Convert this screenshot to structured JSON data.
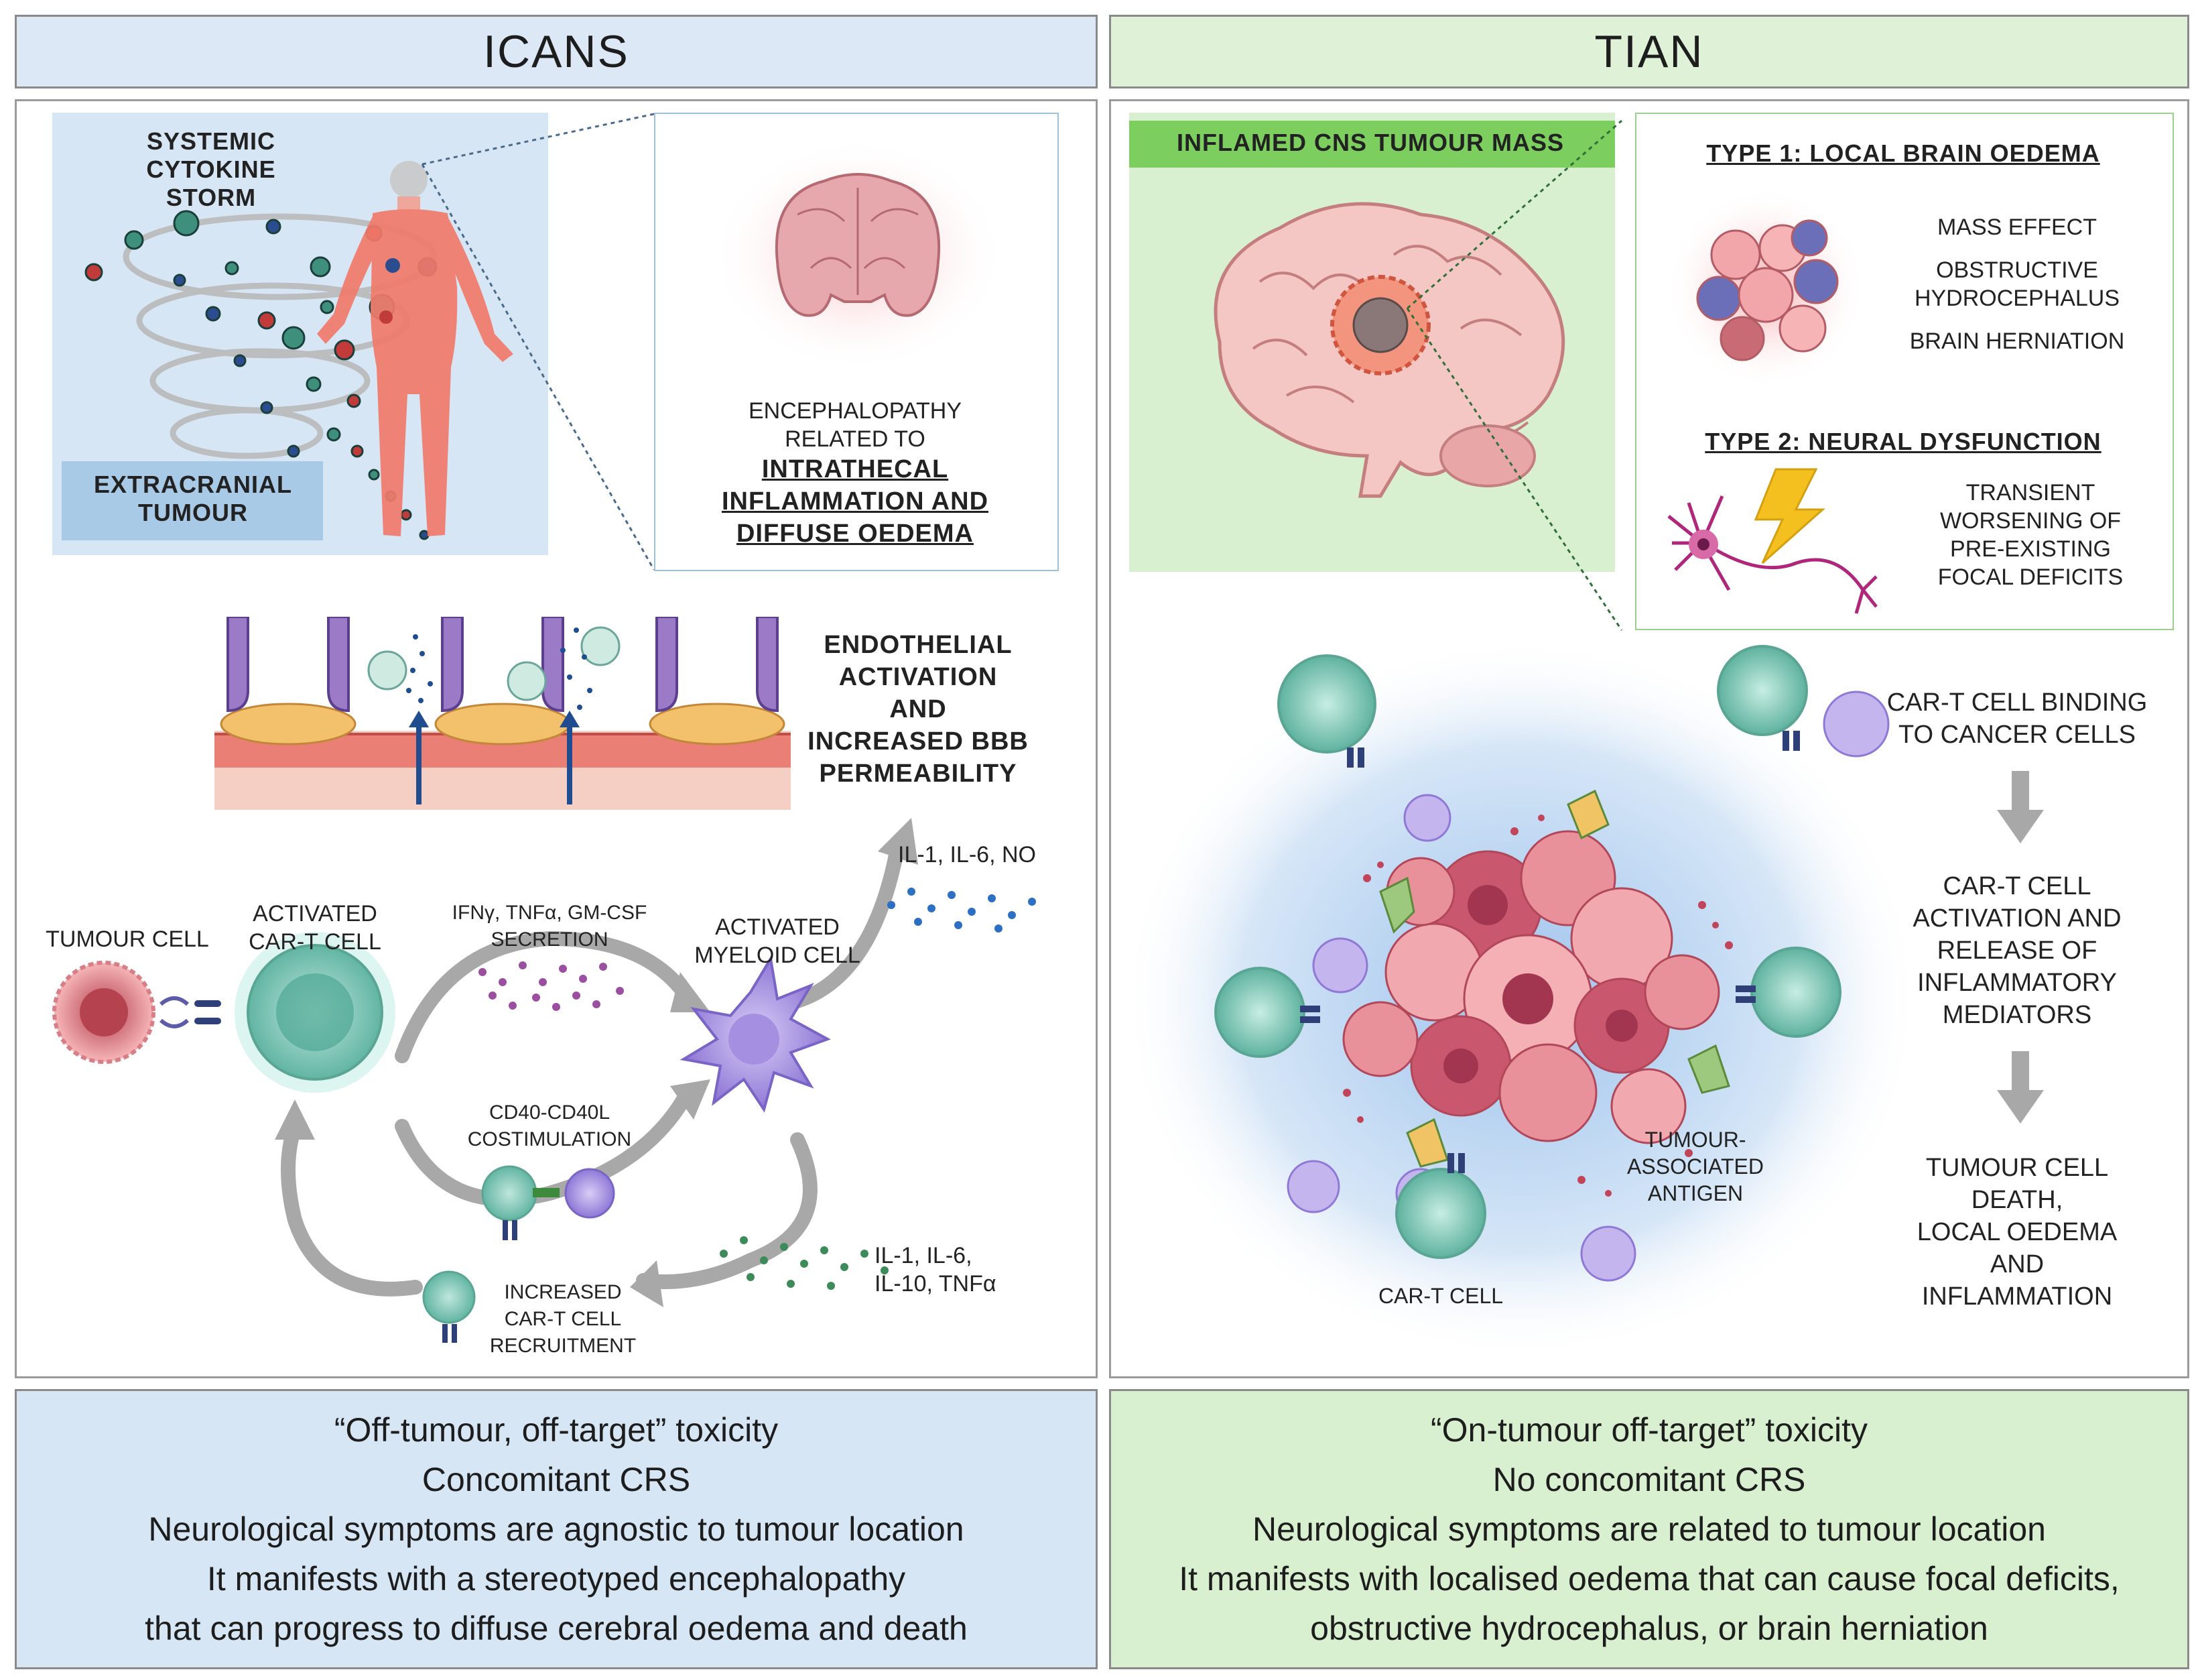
{
  "icans": {
    "header": "ICANS",
    "systemic": "SYSTEMIC CYTOKINE STORM",
    "extracranial": "EXTRACRANIAL TUMOUR",
    "encephalopathy_1": "ENCEPHALOPATHY",
    "encephalopathy_2": "RELATED TO",
    "encephalopathy_3": "INTRATHECAL",
    "encephalopathy_4": "INFLAMMATION AND",
    "encephalopathy_5": "DIFFUSE OEDEMA",
    "endothelial_1": "ENDOTHELIAL",
    "endothelial_2": "ACTIVATION",
    "endothelial_3": "AND",
    "endothelial_4": "INCREASED BBB",
    "endothelial_5": "PERMEABILITY",
    "il_top": "IL-1, IL-6, NO",
    "tumour_cell": "TUMOUR CELL",
    "activated_cart_1": "ACTIVATED",
    "activated_cart_2": "CAR-T CELL",
    "secretion_1": "IFNγ, TNFα, GM-CSF",
    "secretion_2": "SECRETION",
    "myeloid_1": "ACTIVATED",
    "myeloid_2": "MYELOID CELL",
    "cd40_1": "CD40-CD40L",
    "cd40_2": "COSTIMULATION",
    "il_bottom_1": "IL-1, IL-6,",
    "il_bottom_2": "IL-10, TNFα",
    "recruit_1": "INCREASED",
    "recruit_2": "CAR-T CELL",
    "recruit_3": "RECRUITMENT",
    "footer": [
      "“Off-tumour, off-target” toxicity",
      "Concomitant CRS",
      "Neurological symptoms are agnostic to tumour location",
      "It manifests with a stereotyped encephalopathy",
      "that can progress to diffuse cerebral oedema and death"
    ]
  },
  "tian": {
    "header": "TIAN",
    "inflamed": "INFLAMED CNS TUMOUR MASS",
    "type1": "TYPE 1: LOCAL BRAIN OEDEMA",
    "mass_effect": "MASS EFFECT",
    "obstructive_1": "OBSTRUCTIVE",
    "obstructive_2": "HYDROCEPHALUS",
    "herniation": "BRAIN HERNIATION",
    "type2": "TYPE 2: NEURAL DYSFUNCTION",
    "transient_1": "TRANSIENT",
    "transient_2": "WORSENING OF",
    "transient_3": "PRE-EXISTING",
    "transient_4": "FOCAL DEFICITS",
    "binding_1": "CAR-T CELL BINDING",
    "binding_2": "TO CANCER CELLS",
    "activation_1": "CAR-T CELL",
    "activation_2": "ACTIVATION AND",
    "activation_3": "RELEASE OF",
    "activation_4": "INFLAMMATORY",
    "activation_5": "MEDIATORS",
    "death_1": "TUMOUR  CELL",
    "death_2": "DEATH,",
    "death_3": "LOCAL OEDEMA",
    "death_4": "AND",
    "death_5": "INFLAMMATION",
    "antigen_1": "TUMOUR-",
    "antigen_2": "ASSOCIATED",
    "antigen_3": "ANTIGEN",
    "cart_label": "CAR-T CELL",
    "footer": [
      "“On-tumour off-target” toxicity",
      "No concomitant CRS",
      "Neurological symptoms are related to tumour location",
      "It manifests with localised oedema that can cause focal deficits,",
      "obstructive hydrocephalus, or brain herniation"
    ]
  },
  "colors": {
    "icans_header_bg": "#dce8f5",
    "tian_header_bg": "#dff2d8",
    "icans_box_bg": "#d7e6f5",
    "tian_box_bg": "#d8f0cf",
    "tian_banner": "#7ccf5e",
    "car_t": "#7fc9b8",
    "myeloid": "#b7a7ea",
    "tumour": "#e8858c",
    "arrow_grey": "#a8a8a8"
  }
}
